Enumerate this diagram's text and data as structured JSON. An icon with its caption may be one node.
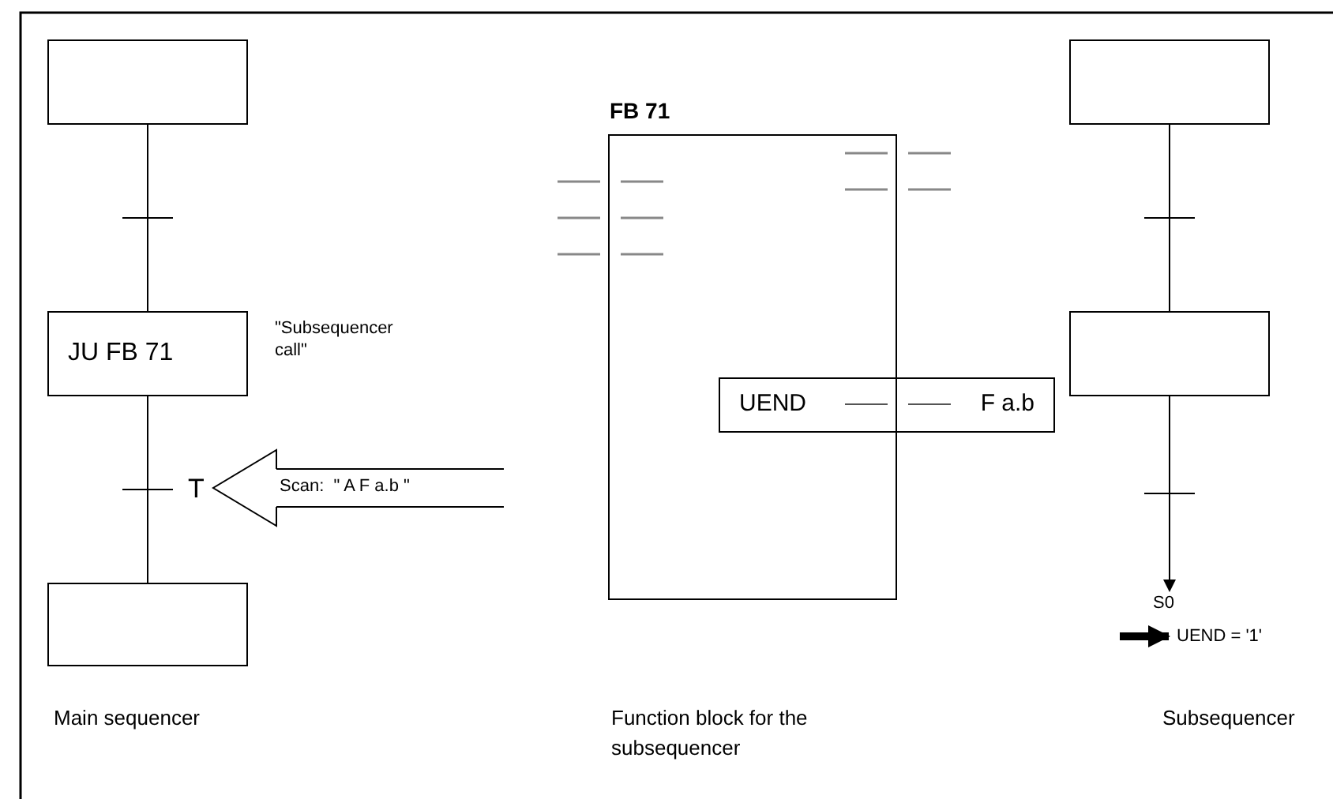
{
  "diagram": {
    "nodes": [
      {
        "text": [],
        "shape": "box"
      },
      {
        "text": [
          "JU FB 71"
        ],
        "beside": [
          "\"Subsequencer call\""
        ]
      },
      {
        "text": [],
        "shape": "box"
      },
      {
        "text": [
          "T"
        ]
      },
      {
        "text": [
          "FB 71"
        ]
      },
      {
        "text": [
          "UEND",
          "F a.b"
        ]
      },
      {
        "text": [],
        "shape": "box"
      },
      {
        "text": [],
        "shape": "box"
      },
      {
        "text": [
          "S0"
        ]
      },
      {
        "text": [
          "UEND = '1'"
        ]
      }
    ],
    "edges": [
      {
        "from": 0,
        "to": 1,
        "arrow": "none"
      },
      {
        "from": 1,
        "to": 2,
        "arrow": "none"
      },
      {
        "from": null,
        "to": 3,
        "arrow": "to",
        "label": "Scan:  \" A F a.b \""
      },
      {
        "from": 6,
        "to": 7,
        "arrow": "none"
      },
      {
        "from": 7,
        "to": 8,
        "arrow": "to"
      },
      {
        "from": null,
        "to": 9,
        "arrow": "to",
        "style": "thick"
      }
    ],
    "labels": [
      "Main sequencer",
      "Function block for the subsequencer",
      "Subsequencer"
    ]
  }
}
